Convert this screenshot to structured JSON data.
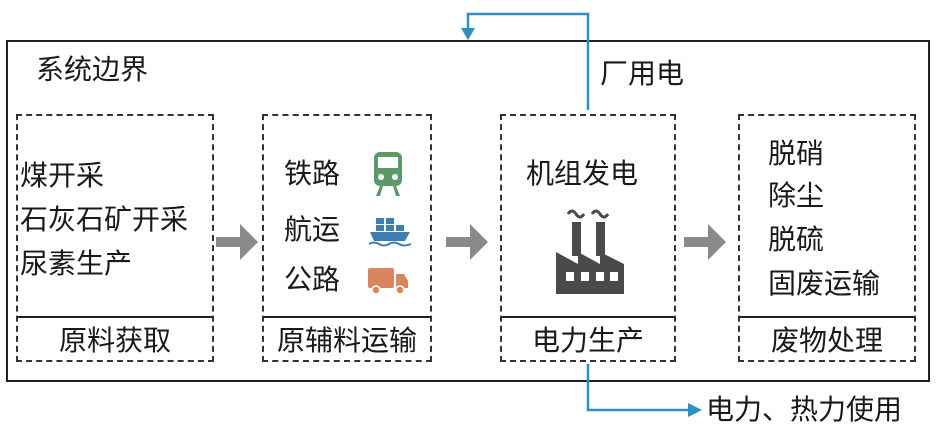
{
  "boundary": {
    "label": "系统边界"
  },
  "plant_electricity": {
    "label": "厂用电"
  },
  "output": {
    "label": "电力、热力使用"
  },
  "stages": [
    {
      "title": "原料获取",
      "items": [
        "煤开采",
        "石灰石矿开采",
        "尿素生产"
      ]
    },
    {
      "title": "原辅料运输",
      "items": [
        "铁路",
        "航运",
        "公路"
      ]
    },
    {
      "title": "电力生产",
      "items": [
        "机组发电"
      ]
    },
    {
      "title": "废物处理",
      "items": [
        "脱硝",
        "除尘",
        "脱硫",
        "固废运输"
      ]
    }
  ],
  "colors": {
    "rail_icon": "#5b9a68",
    "ship_icon": "#3d7fb0",
    "truck_icon": "#d98560",
    "factory_icon": "#4a4a4a",
    "flow_arrow": "#2e8fc4",
    "stage_arrow": "#8a8a8a"
  },
  "icons": [
    "train-icon",
    "ship-icon",
    "truck-icon",
    "factory-icon"
  ]
}
